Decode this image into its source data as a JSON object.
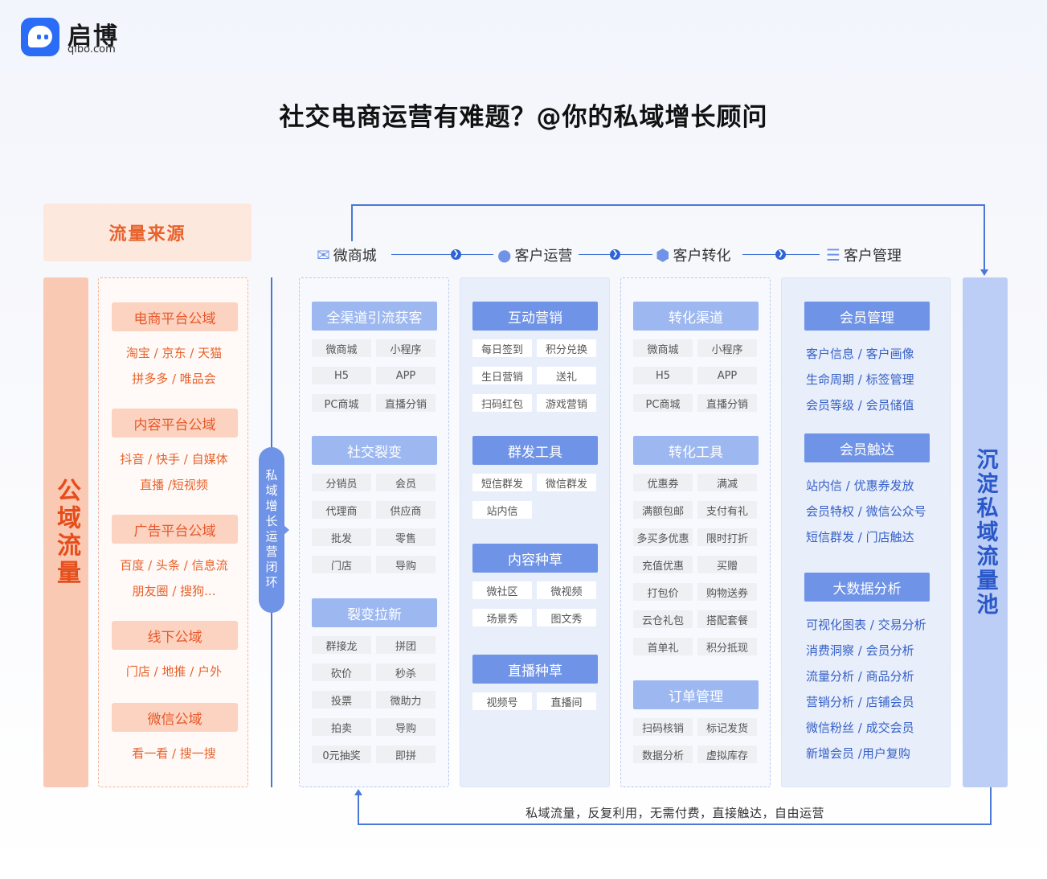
{
  "logo": {
    "title": "启博",
    "subtitle": "qibo.com"
  },
  "title": "社交电商运营有难题？@你的私域增长顾问",
  "traffic_source": "流量来源",
  "public_domain": {
    "label": "公域流量",
    "groups": [
      {
        "tag": "电商平台公域",
        "lines": [
          "淘宝 / 京东 / 天猫",
          "拼多多 / 唯品会"
        ]
      },
      {
        "tag": "内容平台公域",
        "lines": [
          "抖音 / 快手 / 自媒体",
          "直播 /短视频"
        ]
      },
      {
        "tag": "广告平台公域",
        "lines": [
          "百度 / 头条 / 信息流",
          "朋友圈 / 搜狗..."
        ]
      },
      {
        "tag": "线下公域",
        "lines": [
          "门店 / 地推 / 户外"
        ]
      },
      {
        "tag": "微信公域",
        "lines": [
          "看一看 / 搜一搜"
        ]
      }
    ]
  },
  "loop_label": "私域增长运营闭环",
  "stages": [
    {
      "label": "微商城",
      "icon": "mail-icon"
    },
    {
      "label": "客户运营",
      "icon": "user-icon"
    },
    {
      "label": "客户转化",
      "icon": "shield-refresh-icon"
    },
    {
      "label": "客户管理",
      "icon": "database-icon"
    }
  ],
  "columns": {
    "mall": [
      {
        "title": "全渠道引流获客",
        "chips": [
          "微商城",
          "小程序",
          "H5",
          "APP",
          "PC商城",
          "直播分销"
        ]
      },
      {
        "title": "社交裂变",
        "chips": [
          "分销员",
          "会员",
          "代理商",
          "供应商",
          "批发",
          "零售",
          "门店",
          "导购"
        ]
      },
      {
        "title": "裂变拉新",
        "chips": [
          "群接龙",
          "拼团",
          "砍价",
          "秒杀",
          "投票",
          "微助力",
          "拍卖",
          "导购",
          "0元抽奖",
          "即拼"
        ]
      }
    ],
    "operation": [
      {
        "title": "互动营销",
        "chips": [
          "每日签到",
          "积分兑换",
          "生日营销",
          "送礼",
          "扫码红包",
          "游戏营销"
        ]
      },
      {
        "title": "群发工具",
        "chips": [
          "短信群发",
          "微信群发",
          "站内信"
        ]
      },
      {
        "title": "内容种草",
        "chips": [
          "微社区",
          "微视频",
          "场景秀",
          "图文秀"
        ]
      },
      {
        "title": "直播种草",
        "chips": [
          "视频号",
          "直播间"
        ]
      }
    ],
    "conversion": [
      {
        "title": "转化渠道",
        "chips": [
          "微商城",
          "小程序",
          "H5",
          "APP",
          "PC商城",
          "直播分销"
        ]
      },
      {
        "title": "转化工具",
        "chips": [
          "优惠券",
          "满减",
          "满额包邮",
          "支付有礼",
          "多买多优惠",
          "限时打折",
          "充值优惠",
          "买赠",
          "打包价",
          "购物送券",
          "云仓礼包",
          "搭配套餐",
          "首单礼",
          "积分抵现"
        ]
      },
      {
        "title": "订单管理",
        "chips": [
          "扫码核销",
          "标记发货",
          "数据分析",
          "虚拟库存"
        ]
      }
    ],
    "management": [
      {
        "title": "会员管理",
        "lines": [
          "客户信息 / 客户画像",
          "生命周期 / 标签管理",
          "会员等级 / 会员储值"
        ]
      },
      {
        "title": "会员触达",
        "lines": [
          "站内信 / 优惠券发放",
          "会员特权 / 微信公众号",
          "短信群发  / 门店触达"
        ]
      },
      {
        "title": "大数据分析",
        "lines": [
          "可视化图表 / 交易分析",
          "消费洞察 / 会员分析",
          "流量分析  / 商品分析",
          "营销分析 / 店铺会员",
          "微信粉丝 / 成交会员",
          "新增会员 /用户复购"
        ]
      }
    ]
  },
  "private_pool": "沉淀私域流量池",
  "bottom_text": "私域流量，反复利用，无需付费，直接触达，自由运营",
  "colors": {
    "accent": "#6f93e6",
    "orange": "#e8622c",
    "deep_blue": "#2f64d6"
  }
}
